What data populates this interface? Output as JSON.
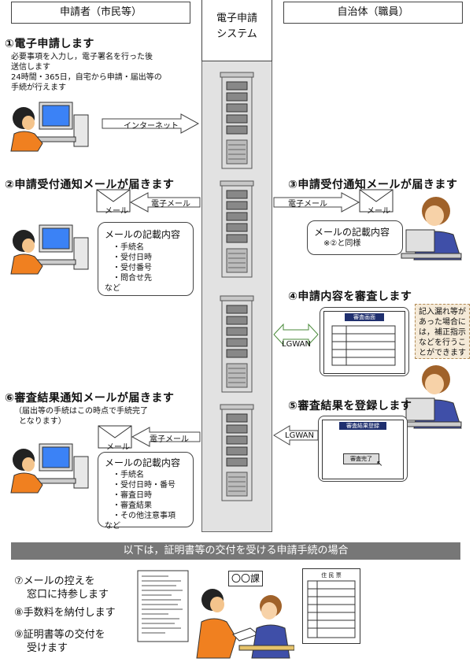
{
  "headers": {
    "applicant": "申請者（市民等）",
    "system": [
      "電子申請",
      "システム"
    ],
    "municipality": "自治体（職員）"
  },
  "step1": {
    "title": "①電子申請します",
    "desc": [
      "必要事項を入力し，電子署名を行った後",
      "送信します",
      "24時間・365日，自宅から申請・届出等の",
      "手続が行えます"
    ],
    "arrow": "インターネット"
  },
  "step2": {
    "title": "②申請受付通知メールが届きます",
    "arrow": "電子メール",
    "mail": "メール",
    "card_title": "メールの記載内容",
    "items": [
      "手続名",
      "受付日時",
      "受付番号",
      "問合せ先"
    ],
    "etc": "など"
  },
  "step3": {
    "title": "③申請受付通知メールが届きます",
    "arrow": "電子メール",
    "mail": "メール",
    "card_title": "メールの記載内容",
    "card_note": "※②と同様"
  },
  "step4": {
    "title": "④申請内容を審査します",
    "arrow": "LGWAN",
    "screen_title": "審査画面",
    "note": [
      "記入漏れ等が",
      "あった場合に",
      "は，補正指示",
      "などを行うこ",
      "とができます"
    ]
  },
  "step5": {
    "title": "⑤審査結果を登録します",
    "arrow": "LGWAN",
    "screen_title": "審査結果登録",
    "screen_button": "審査完了"
  },
  "step6": {
    "title": "⑥審査結果通知メールが届きます",
    "desc": [
      "（届出等の手続はこの時点で手続完了",
      "となります）"
    ],
    "arrow": "電子メール",
    "mail": "メール",
    "card_title": "メールの記載内容",
    "items": [
      "手続名",
      "受付日時・番号",
      "審査日時",
      "審査結果",
      "その他注意事項"
    ],
    "etc": "など"
  },
  "banner": "以下は，証明書等の交付を受ける申請手続の場合",
  "bottom_steps": [
    [
      "⑦メールの控えを",
      "窓口に持参します"
    ],
    [
      "⑧手数料を納付します"
    ],
    [
      "⑨証明書等の交付を",
      "受けます"
    ]
  ],
  "counter_sign": "〇〇課",
  "certificate_title": "住 民 票"
}
